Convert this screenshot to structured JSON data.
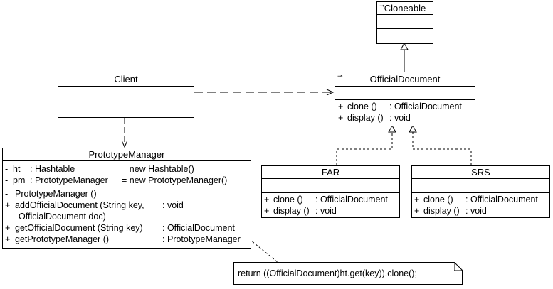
{
  "classes": {
    "cloneable": {
      "name": "Cloneable"
    },
    "official_document": {
      "name": "OfficialDocument",
      "methods": [
        {
          "vis": "+",
          "name": "clone ()",
          "type": ": OfficialDocument"
        },
        {
          "vis": "+",
          "name": "display ()",
          "type": ": void"
        }
      ]
    },
    "client": {
      "name": "Client"
    },
    "prototype_manager": {
      "name": "PrototypeManager",
      "attributes": [
        {
          "vis": "-",
          "name": "ht",
          "type": ": Hashtable",
          "init": "= new Hashtable()"
        },
        {
          "vis": "-",
          "name": "pm",
          "type": ": PrototypeManager",
          "init": "= new PrototypeManager()"
        }
      ],
      "methods": [
        {
          "vis": "-",
          "name": "PrototypeManager ()",
          "type": ""
        },
        {
          "vis": "+",
          "name": "addOfficialDocument (String key,",
          "type": ": void"
        },
        {
          "vis": "",
          "name": "OfficialDocument doc)",
          "type": ""
        },
        {
          "vis": "+",
          "name": "getOfficialDocument (String key)",
          "type": ": OfficialDocument"
        },
        {
          "vis": "+",
          "name": "getPrototypeManager ()",
          "type": ": PrototypeManager"
        }
      ]
    },
    "far": {
      "name": "FAR",
      "methods": [
        {
          "vis": "+",
          "name": "clone ()",
          "type": ": OfficialDocument"
        },
        {
          "vis": "+",
          "name": "display ()",
          "type": ": void"
        }
      ]
    },
    "srs": {
      "name": "SRS",
      "methods": [
        {
          "vis": "+",
          "name": "clone ()",
          "type": ": OfficialDocument"
        },
        {
          "vis": "+",
          "name": "display ()",
          "type": ": void"
        }
      ]
    }
  },
  "note": {
    "text": "return ((OfficialDocument)ht.get(key)).clone();"
  }
}
